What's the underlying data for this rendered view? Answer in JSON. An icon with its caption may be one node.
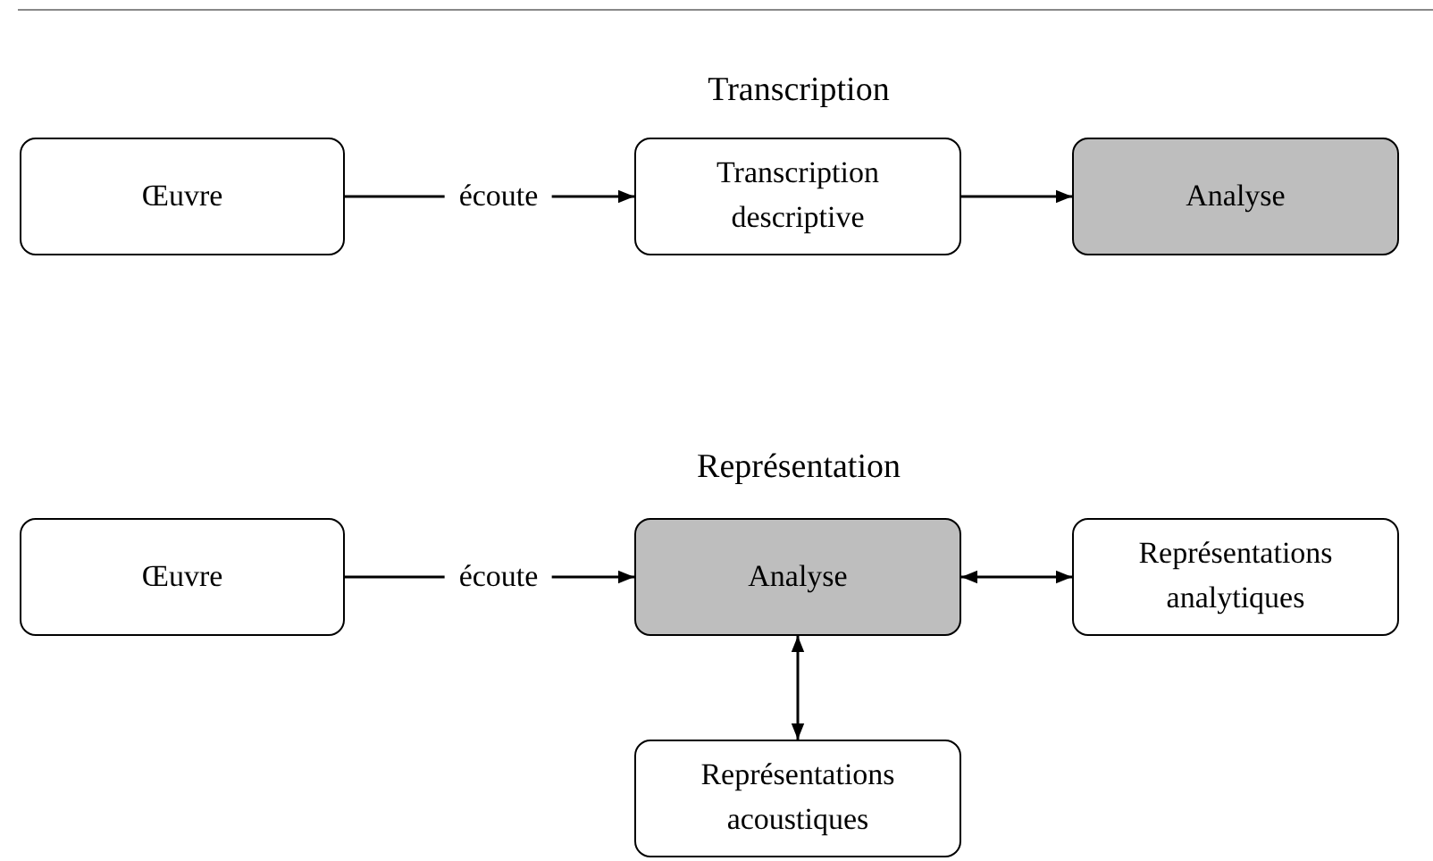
{
  "diagram": {
    "nodes": [
      {
        "text": [
          "Œuvre"
        ]
      },
      {
        "text": [
          "Transcription descriptive"
        ]
      },
      {
        "text": [
          "Analyse"
        ]
      },
      {
        "text": [
          "Œuvre"
        ]
      },
      {
        "text": [
          "Analyse"
        ]
      },
      {
        "text": [
          "Représentations analytiques"
        ]
      },
      {
        "text": [
          "Représentations acoustiques"
        ]
      }
    ],
    "edges": [
      {
        "from": 0,
        "to": 1,
        "arrow": "to",
        "label": "écoute"
      },
      {
        "from": 1,
        "to": 2,
        "arrow": "to"
      },
      {
        "from": 3,
        "to": 4,
        "arrow": "to",
        "label": "écoute"
      },
      {
        "from": 4,
        "to": 5,
        "arrow": "both"
      },
      {
        "from": 4,
        "to": 6,
        "arrow": "both"
      }
    ],
    "labels": [
      "Transcription",
      "Représentation"
    ]
  }
}
